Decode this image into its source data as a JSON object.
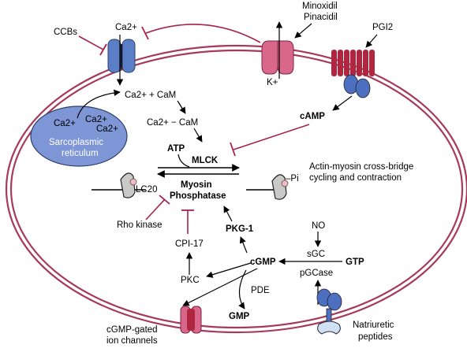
{
  "labels": {
    "ccbs": "CCBs",
    "ca2_channel": "Ca2+",
    "minoxidil": "Minoxidil",
    "pinacidil": "Pinacidil",
    "pgi2": "PGI2",
    "k_plus": "K+",
    "ca2_cam": "Ca2+ + CaM",
    "ca2_cam_complex": "Ca2+ − CaM",
    "camp": "cAMP",
    "sr_ca_1": "Ca2+",
    "sr_ca_2": "Ca2+",
    "sr_ca_3": "Ca2+",
    "sr_line1": "Sarcoplasmic",
    "sr_line2": "reticulum",
    "atp": "ATP",
    "mlck": "MLCK",
    "actin_line1": "Actin-myosin cross-bridge",
    "actin_line2": "cycling and contraction",
    "lc20": "LC20",
    "pi": "–Pi",
    "myosin_line1": "Myosin",
    "myosin_line2": "Phosphatase",
    "rho_kinase": "Rho kinase",
    "pkg1": "PKG-1",
    "no": "NO",
    "sgc": "sGC",
    "gtp": "GTP",
    "pgcase": "pGCase",
    "cpi17": "CPI-17",
    "cgmp": "cGMP",
    "pkc": "PKC",
    "pde": "PDE",
    "gmp": "GMP",
    "cgmp_gated_line1": "cGMP-gated",
    "cgmp_gated_line2": "ion channels",
    "natriuretic_line1": "Natriuretic",
    "natriuretic_line2": "peptides"
  },
  "colors": {
    "membrane": "#a63a5a",
    "inhibition": "#a5234a",
    "channel_blue": "#5b7fc6",
    "channel_pink": "#d9668b",
    "channel_red": "#b0263e",
    "sr_fill": "#7f96d6",
    "receptor_blue": "#4d6fbf",
    "arrow": "#000000"
  }
}
